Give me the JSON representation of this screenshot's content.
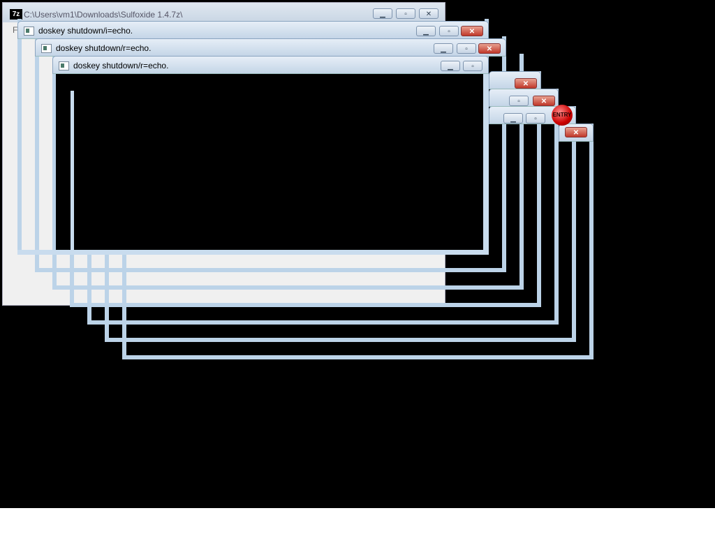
{
  "zip_window": {
    "title": "C:\\Users\\vm1\\Downloads\\Sulfoxide 1.4.7z\\",
    "logo": "7z",
    "menu_first": "F"
  },
  "windows": [
    {
      "title": "doskey  shutdown/i=echo."
    },
    {
      "title": "doskey  shutdown/r=echo."
    },
    {
      "title": "doskey  shutdown/r=echo."
    }
  ],
  "buttons": {
    "minimize": "▁",
    "maximize": "▫",
    "close": "✕"
  },
  "entry_icon": {
    "label": "ENTRY"
  },
  "colors": {
    "frame": "#bcd3e8",
    "close": "#c0382a"
  }
}
